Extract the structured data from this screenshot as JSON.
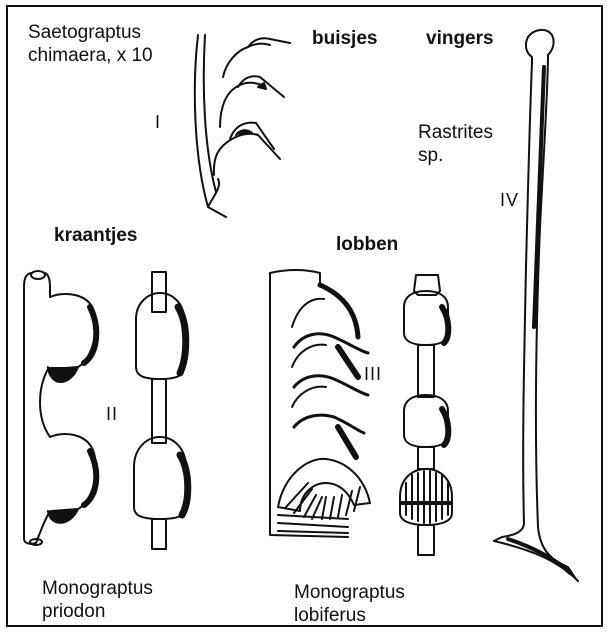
{
  "figure": {
    "specimen_1": {
      "name_line1": "Saetograptus",
      "name_line2": "chimaera, x 10",
      "numeral": "I"
    },
    "specimen_2": {
      "feature": "kraantjes",
      "numeral": "II",
      "name_line1": "Monograptus",
      "name_line2": "priodon"
    },
    "specimen_3": {
      "feature": "lobben",
      "numeral": "III",
      "name_line1": "Monograptus",
      "name_line2": "lobiferus"
    },
    "specimen_4": {
      "name_line1": "Rastrites",
      "name_line2": "sp.",
      "numeral": "IV"
    },
    "top_labels": {
      "tubes": "buisjes",
      "fingers": "vingers"
    }
  },
  "colors": {
    "ink": "#111111",
    "paper": "#ffffff"
  }
}
